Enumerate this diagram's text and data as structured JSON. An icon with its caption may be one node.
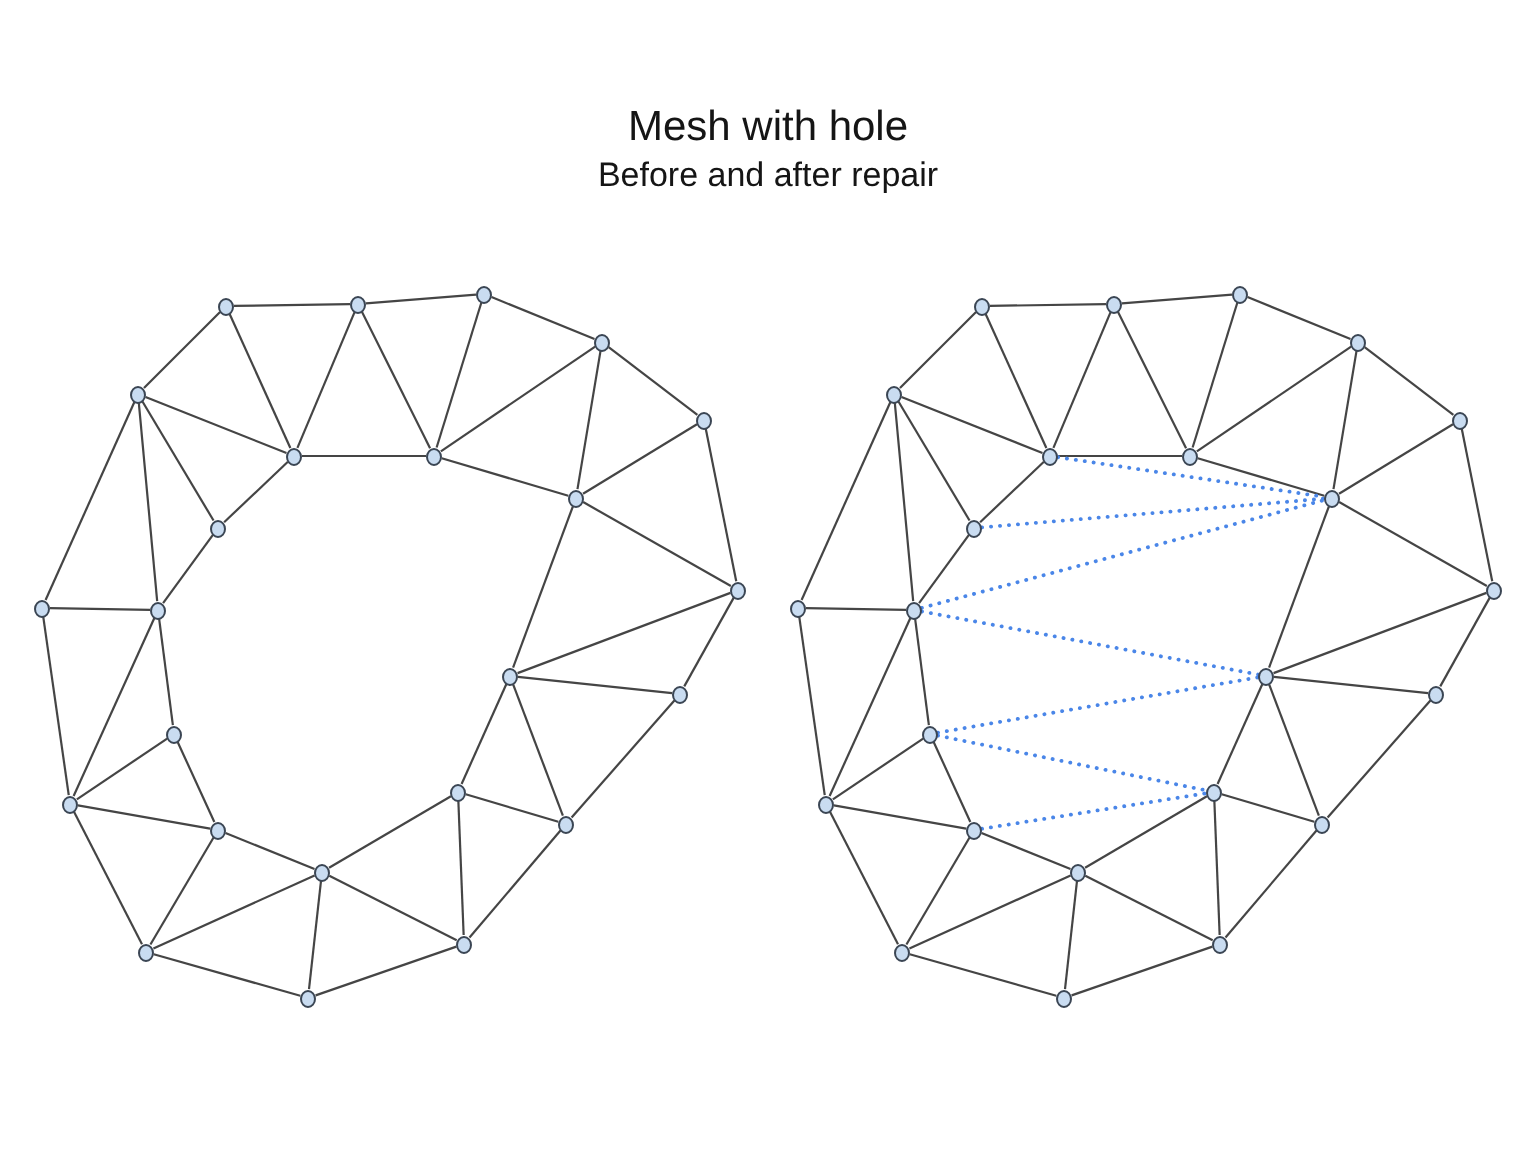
{
  "diagram": {
    "title": "Mesh with hole",
    "labels": [
      "Before and after repair"
    ],
    "nodes": [
      {
        "text": [],
        "shape": "circle"
      },
      {
        "text": [],
        "shape": "circle"
      },
      {
        "text": [],
        "shape": "circle"
      },
      {
        "text": [],
        "shape": "circle"
      },
      {
        "text": [],
        "shape": "circle"
      },
      {
        "text": [],
        "shape": "circle"
      },
      {
        "text": [],
        "shape": "circle"
      },
      {
        "text": [],
        "shape": "circle"
      },
      {
        "text": [],
        "shape": "circle"
      },
      {
        "text": [],
        "shape": "circle"
      },
      {
        "text": [],
        "shape": "circle"
      },
      {
        "text": [],
        "shape": "circle"
      },
      {
        "text": [],
        "shape": "circle"
      },
      {
        "text": [],
        "shape": "circle"
      },
      {
        "text": [],
        "shape": "circle"
      },
      {
        "text": [],
        "shape": "circle"
      },
      {
        "text": [],
        "shape": "circle"
      },
      {
        "text": [],
        "shape": "circle"
      },
      {
        "text": [],
        "shape": "circle"
      },
      {
        "text": [],
        "shape": "circle"
      },
      {
        "text": [],
        "shape": "circle"
      },
      {
        "text": [],
        "shape": "circle"
      },
      {
        "text": [],
        "shape": "circle"
      },
      {
        "text": [],
        "shape": "circle"
      },
      {
        "text": [],
        "shape": "circle"
      },
      {
        "text": [],
        "shape": "circle"
      },
      {
        "text": [],
        "shape": "circle"
      },
      {
        "text": [],
        "shape": "circle"
      },
      {
        "text": [],
        "shape": "circle"
      },
      {
        "text": [],
        "shape": "circle"
      },
      {
        "text": [],
        "shape": "circle"
      },
      {
        "text": [],
        "shape": "circle"
      },
      {
        "text": [],
        "shape": "circle"
      },
      {
        "text": [],
        "shape": "circle"
      },
      {
        "text": [],
        "shape": "circle"
      },
      {
        "text": [],
        "shape": "circle"
      },
      {
        "text": [],
        "shape": "circle"
      },
      {
        "text": [],
        "shape": "circle"
      },
      {
        "text": [],
        "shape": "circle"
      },
      {
        "text": [],
        "shape": "circle"
      },
      {
        "text": [],
        "shape": "circle"
      },
      {
        "text": [],
        "shape": "circle"
      },
      {
        "text": [],
        "shape": "circle"
      },
      {
        "text": [],
        "shape": "circle"
      },
      {
        "text": [],
        "shape": "circle"
      },
      {
        "text": [],
        "shape": "circle"
      },
      {
        "text": [],
        "shape": "circle"
      },
      {
        "text": [],
        "shape": "circle"
      }
    ],
    "edges": [
      {
        "from": 0,
        "to": 1,
        "arrow": "none"
      },
      {
        "from": 1,
        "to": 2,
        "arrow": "none"
      },
      {
        "from": 2,
        "to": 3,
        "arrow": "none"
      },
      {
        "from": 3,
        "to": 4,
        "arrow": "none"
      },
      {
        "from": 5,
        "to": 0,
        "arrow": "none"
      },
      {
        "from": 0,
        "to": 6,
        "arrow": "none"
      },
      {
        "from": 1,
        "to": 6,
        "arrow": "none"
      },
      {
        "from": 1,
        "to": 7,
        "arrow": "none"
      },
      {
        "from": 2,
        "to": 7,
        "arrow": "none"
      },
      {
        "from": 5,
        "to": 6,
        "arrow": "none"
      },
      {
        "from": 6,
        "to": 7,
        "arrow": "none"
      },
      {
        "from": 7,
        "to": 3,
        "arrow": "none"
      },
      {
        "from": 7,
        "to": 8,
        "arrow": "none"
      },
      {
        "from": 3,
        "to": 8,
        "arrow": "none"
      },
      {
        "from": 8,
        "to": 4,
        "arrow": "none"
      },
      {
        "from": 8,
        "to": 10,
        "arrow": "none"
      },
      {
        "from": 4,
        "to": 10,
        "arrow": "none"
      },
      {
        "from": 5,
        "to": 9,
        "arrow": "none"
      },
      {
        "from": 5,
        "to": 12,
        "arrow": "none"
      },
      {
        "from": 5,
        "to": 11,
        "arrow": "none"
      },
      {
        "from": 9,
        "to": 6,
        "arrow": "none"
      },
      {
        "from": 9,
        "to": 12,
        "arrow": "none"
      },
      {
        "from": 11,
        "to": 12,
        "arrow": "none"
      },
      {
        "from": 10,
        "to": 13,
        "arrow": "none"
      },
      {
        "from": 10,
        "to": 14,
        "arrow": "none"
      },
      {
        "from": 8,
        "to": 13,
        "arrow": "none"
      },
      {
        "from": 11,
        "to": 16,
        "arrow": "none"
      },
      {
        "from": 12,
        "to": 16,
        "arrow": "none"
      },
      {
        "from": 12,
        "to": 15,
        "arrow": "none"
      },
      {
        "from": 13,
        "to": 14,
        "arrow": "none"
      },
      {
        "from": 13,
        "to": 17,
        "arrow": "none"
      },
      {
        "from": 13,
        "to": 18,
        "arrow": "none"
      },
      {
        "from": 14,
        "to": 18,
        "arrow": "none"
      },
      {
        "from": 15,
        "to": 16,
        "arrow": "none"
      },
      {
        "from": 15,
        "to": 19,
        "arrow": "none"
      },
      {
        "from": 16,
        "to": 19,
        "arrow": "none"
      },
      {
        "from": 16,
        "to": 21,
        "arrow": "none"
      },
      {
        "from": 19,
        "to": 20,
        "arrow": "none"
      },
      {
        "from": 19,
        "to": 21,
        "arrow": "none"
      },
      {
        "from": 20,
        "to": 17,
        "arrow": "none"
      },
      {
        "from": 20,
        "to": 21,
        "arrow": "none"
      },
      {
        "from": 20,
        "to": 22,
        "arrow": "none"
      },
      {
        "from": 20,
        "to": 23,
        "arrow": "none"
      },
      {
        "from": 17,
        "to": 22,
        "arrow": "none"
      },
      {
        "from": 17,
        "to": 18,
        "arrow": "none"
      },
      {
        "from": 18,
        "to": 22,
        "arrow": "none"
      },
      {
        "from": 21,
        "to": 23,
        "arrow": "none"
      },
      {
        "from": 23,
        "to": 22,
        "arrow": "none"
      },
      {
        "from": 24,
        "to": 25,
        "arrow": "none"
      },
      {
        "from": 25,
        "to": 26,
        "arrow": "none"
      },
      {
        "from": 26,
        "to": 27,
        "arrow": "none"
      },
      {
        "from": 27,
        "to": 28,
        "arrow": "none"
      },
      {
        "from": 29,
        "to": 24,
        "arrow": "none"
      },
      {
        "from": 24,
        "to": 30,
        "arrow": "none"
      },
      {
        "from": 25,
        "to": 30,
        "arrow": "none"
      },
      {
        "from": 25,
        "to": 31,
        "arrow": "none"
      },
      {
        "from": 26,
        "to": 31,
        "arrow": "none"
      },
      {
        "from": 29,
        "to": 30,
        "arrow": "none"
      },
      {
        "from": 30,
        "to": 31,
        "arrow": "none"
      },
      {
        "from": 31,
        "to": 27,
        "arrow": "none"
      },
      {
        "from": 31,
        "to": 32,
        "arrow": "none"
      },
      {
        "from": 27,
        "to": 32,
        "arrow": "none"
      },
      {
        "from": 32,
        "to": 28,
        "arrow": "none"
      },
      {
        "from": 32,
        "to": 34,
        "arrow": "none"
      },
      {
        "from": 28,
        "to": 34,
        "arrow": "none"
      },
      {
        "from": 29,
        "to": 33,
        "arrow": "none"
      },
      {
        "from": 29,
        "to": 36,
        "arrow": "none"
      },
      {
        "from": 29,
        "to": 35,
        "arrow": "none"
      },
      {
        "from": 33,
        "to": 30,
        "arrow": "none"
      },
      {
        "from": 33,
        "to": 36,
        "arrow": "none"
      },
      {
        "from": 35,
        "to": 36,
        "arrow": "none"
      },
      {
        "from": 34,
        "to": 37,
        "arrow": "none"
      },
      {
        "from": 34,
        "to": 38,
        "arrow": "none"
      },
      {
        "from": 32,
        "to": 37,
        "arrow": "none"
      },
      {
        "from": 35,
        "to": 40,
        "arrow": "none"
      },
      {
        "from": 36,
        "to": 40,
        "arrow": "none"
      },
      {
        "from": 36,
        "to": 39,
        "arrow": "none"
      },
      {
        "from": 37,
        "to": 38,
        "arrow": "none"
      },
      {
        "from": 37,
        "to": 41,
        "arrow": "none"
      },
      {
        "from": 37,
        "to": 42,
        "arrow": "none"
      },
      {
        "from": 38,
        "to": 42,
        "arrow": "none"
      },
      {
        "from": 39,
        "to": 40,
        "arrow": "none"
      },
      {
        "from": 39,
        "to": 43,
        "arrow": "none"
      },
      {
        "from": 40,
        "to": 43,
        "arrow": "none"
      },
      {
        "from": 40,
        "to": 45,
        "arrow": "none"
      },
      {
        "from": 43,
        "to": 44,
        "arrow": "none"
      },
      {
        "from": 43,
        "to": 45,
        "arrow": "none"
      },
      {
        "from": 44,
        "to": 41,
        "arrow": "none"
      },
      {
        "from": 44,
        "to": 45,
        "arrow": "none"
      },
      {
        "from": 44,
        "to": 46,
        "arrow": "none"
      },
      {
        "from": 44,
        "to": 47,
        "arrow": "none"
      },
      {
        "from": 41,
        "to": 46,
        "arrow": "none"
      },
      {
        "from": 41,
        "to": 42,
        "arrow": "none"
      },
      {
        "from": 42,
        "to": 46,
        "arrow": "none"
      },
      {
        "from": 45,
        "to": 47,
        "arrow": "none"
      },
      {
        "from": 47,
        "to": 46,
        "arrow": "none"
      },
      {
        "from": 30,
        "to": 32,
        "arrow": "none",
        "style": "dashed",
        "color": "#4a86e8"
      },
      {
        "from": 33,
        "to": 32,
        "arrow": "none",
        "style": "dashed",
        "color": "#4a86e8"
      },
      {
        "from": 36,
        "to": 32,
        "arrow": "none",
        "style": "dashed",
        "color": "#4a86e8"
      },
      {
        "from": 36,
        "to": 37,
        "arrow": "none",
        "style": "dashed",
        "color": "#4a86e8"
      },
      {
        "from": 39,
        "to": 37,
        "arrow": "none",
        "style": "dashed",
        "color": "#4a86e8"
      },
      {
        "from": 39,
        "to": 41,
        "arrow": "none",
        "style": "dashed",
        "color": "#4a86e8"
      },
      {
        "from": 43,
        "to": 41,
        "arrow": "none",
        "style": "dashed",
        "color": "#4a86e8"
      }
    ]
  }
}
